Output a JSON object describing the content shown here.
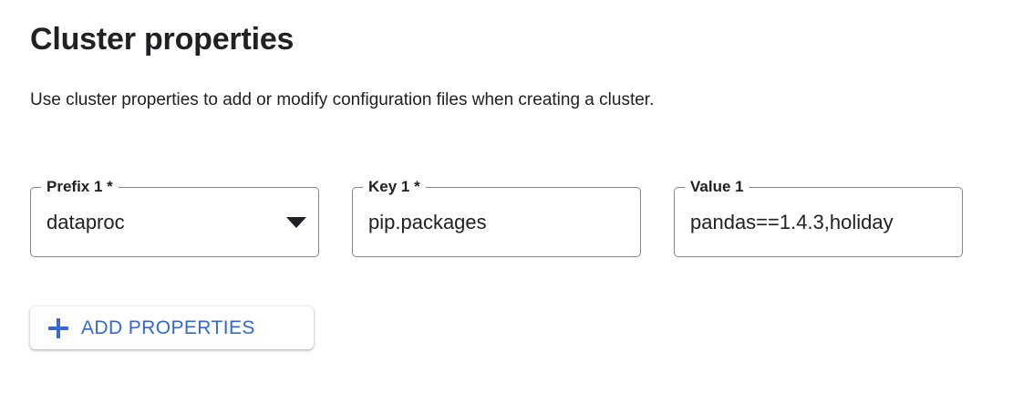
{
  "section": {
    "title": "Cluster properties",
    "description": "Use cluster properties to add or modify configuration files when creating a cluster."
  },
  "colors": {
    "accent": "#3367d6",
    "text": "#202124",
    "outline": "#80868b",
    "background": "#ffffff"
  },
  "fields": [
    {
      "label": "Prefix 1 *",
      "value": "dataproc",
      "type": "select",
      "required": true,
      "icon": "chevron-down-icon",
      "placeholder": ""
    },
    {
      "label": "Key 1 *",
      "value": "pip.packages",
      "type": "text",
      "required": true,
      "placeholder": ""
    },
    {
      "label": "Value 1",
      "value": "pandas==1.4.3,holiday",
      "type": "text",
      "required": false,
      "placeholder": ""
    }
  ],
  "add_button": {
    "label": "ADD PROPERTIES",
    "icon": "plus-icon"
  }
}
